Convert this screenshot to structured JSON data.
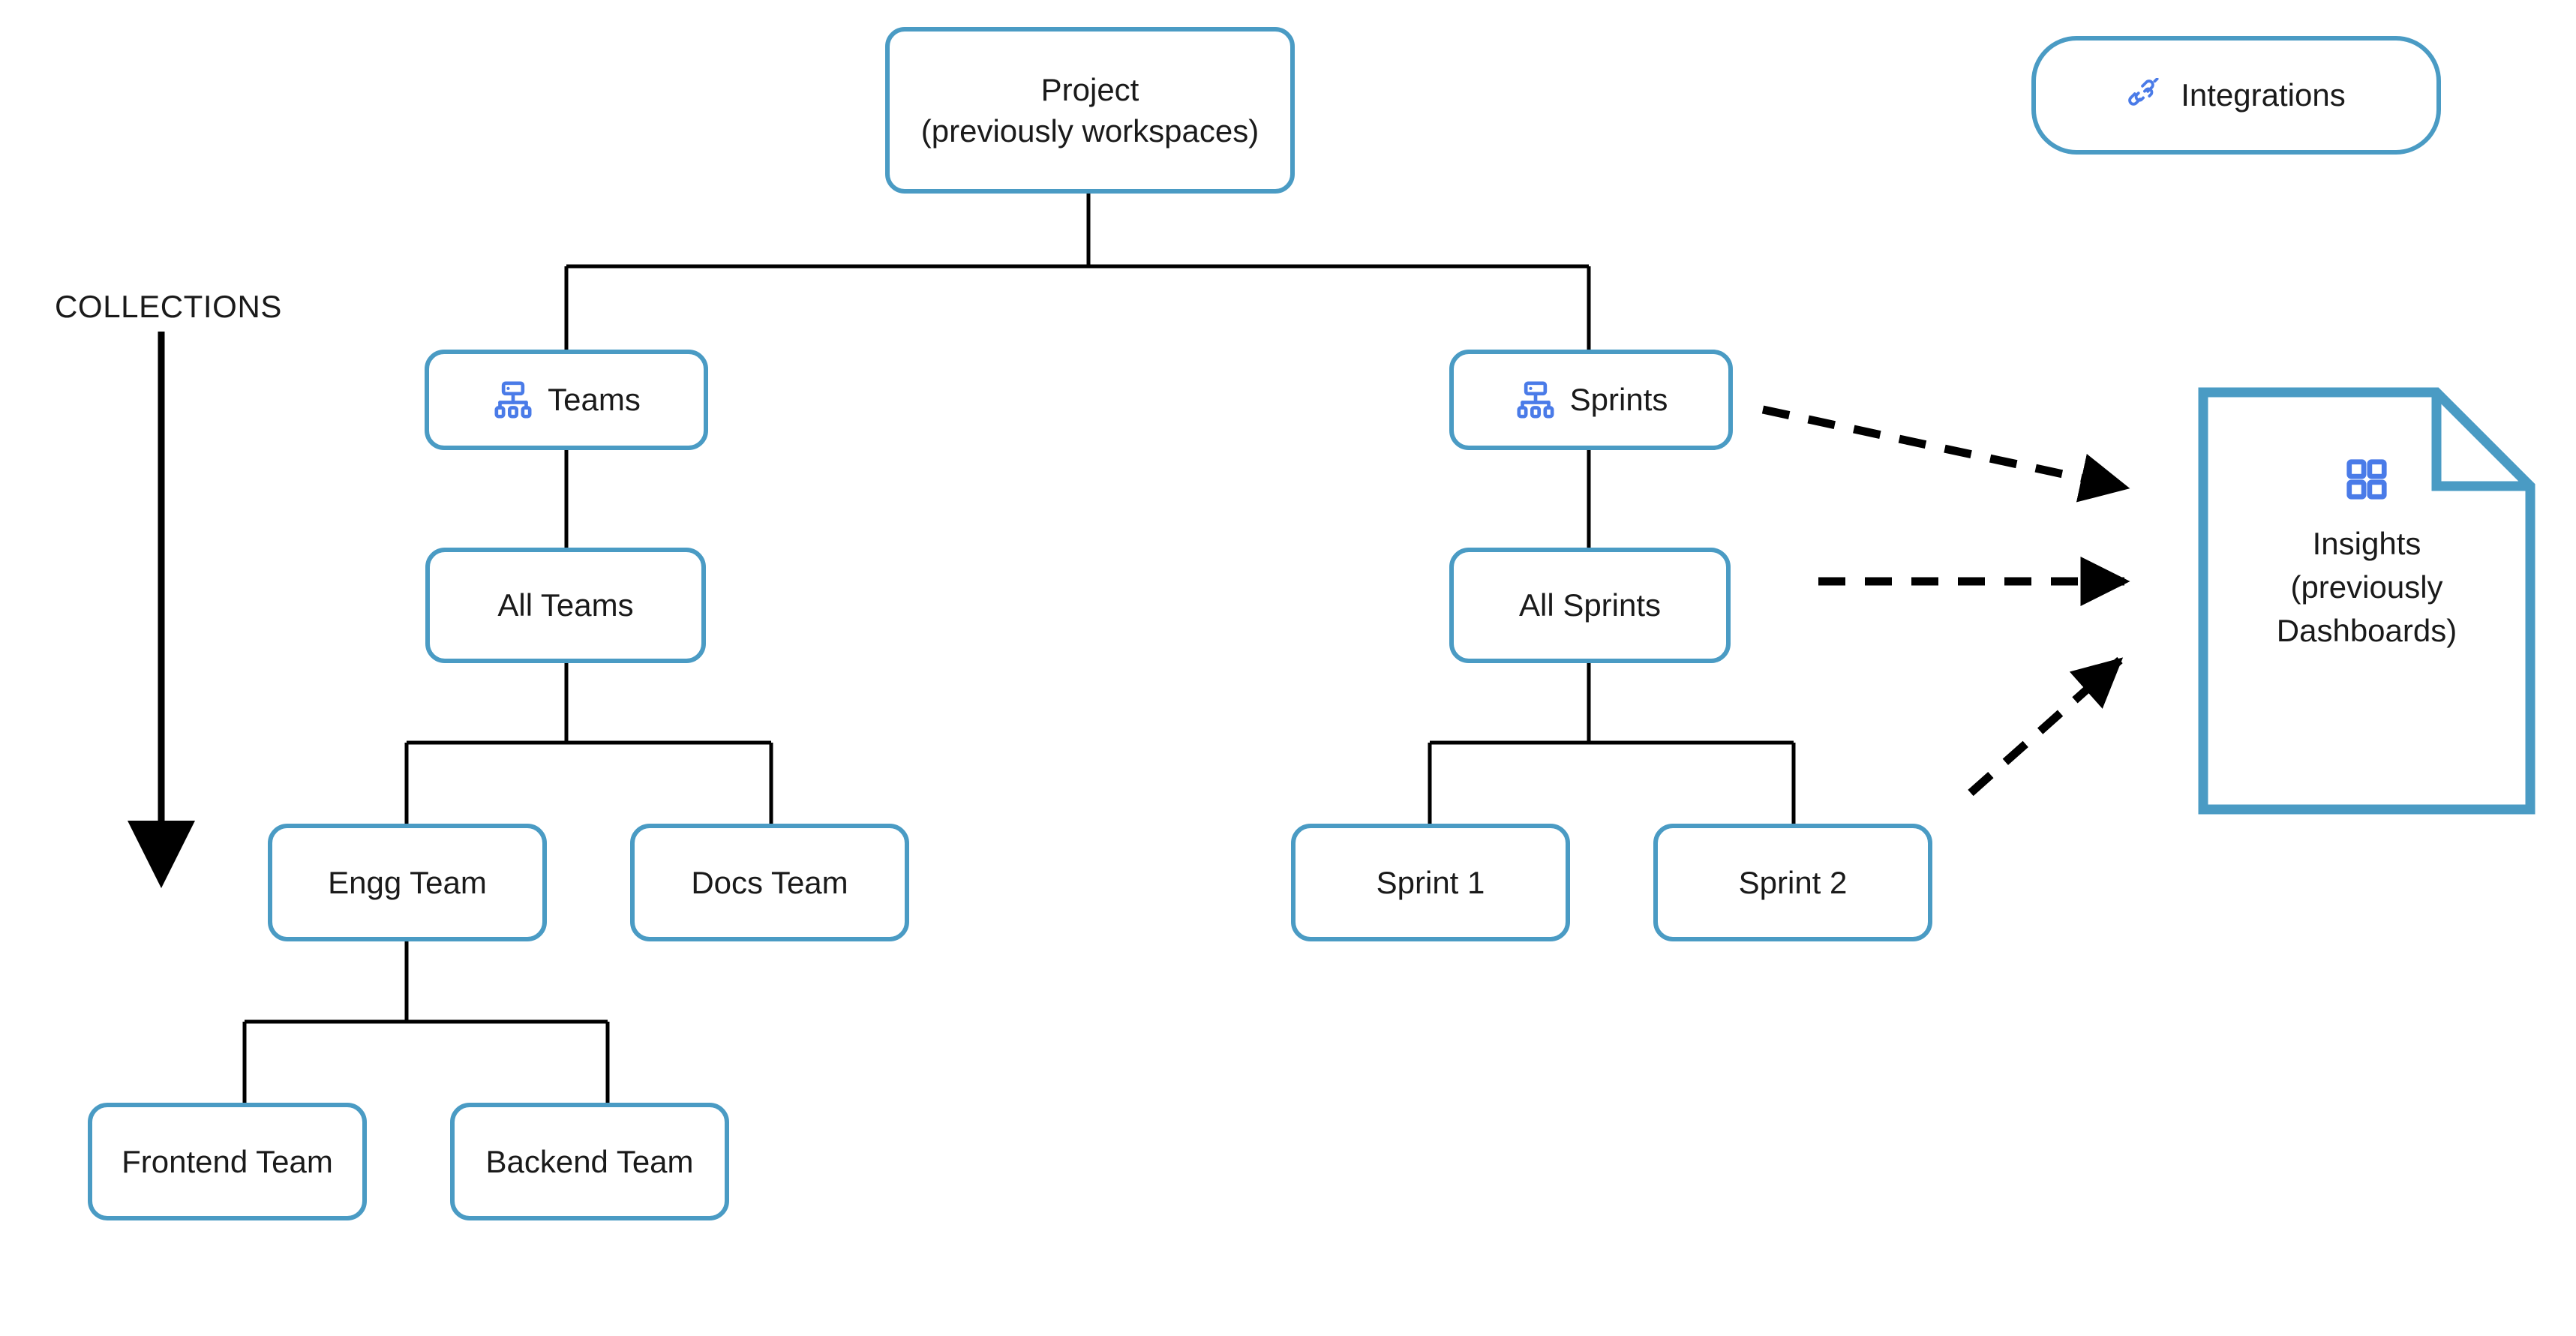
{
  "diagram": {
    "type": "hierarchy-tree",
    "background_color": "#ffffff",
    "node_border_color": "#4A9BC4",
    "icon_color": "#4A7BE8",
    "connector_color": "#000000",
    "text_color": "#1a1a1a"
  },
  "axis": {
    "label": "COLLECTIONS",
    "direction": "down",
    "arrow_name": "collections-direction-arrow"
  },
  "root": {
    "label": "Project\n(previously workspaces)"
  },
  "branches": [
    {
      "key": "teams",
      "label": "Teams",
      "icon": "hierarchy-icon",
      "child": {
        "label": "All Teams"
      },
      "grandchildren": [
        {
          "label": "Engg Team"
        },
        {
          "label": "Docs Team"
        }
      ],
      "great_grandchildren": [
        {
          "label": "Frontend Team"
        },
        {
          "label": "Backend Team"
        }
      ]
    },
    {
      "key": "sprints",
      "label": "Sprints",
      "icon": "hierarchy-icon",
      "child": {
        "label": "All Sprints"
      },
      "grandchildren": [
        {
          "label": "Sprint 1"
        },
        {
          "label": "Sprint 2"
        }
      ],
      "great_grandchildren": []
    }
  ],
  "integrations": {
    "label": "Integrations",
    "icon": "plug-connector-icon"
  },
  "insights": {
    "label": "Insights\n(previously\nDashboards)",
    "icon": "dashboard-grid-icon",
    "shape": "document-folded-corner"
  },
  "flows": [
    {
      "from": "Sprints",
      "to": "Insights",
      "style": "dashed-arrow"
    },
    {
      "from": "All Sprints",
      "to": "Insights",
      "style": "dashed-arrow"
    },
    {
      "from": "Sprint 2 region",
      "to": "Insights",
      "style": "dashed-arrow"
    }
  ]
}
